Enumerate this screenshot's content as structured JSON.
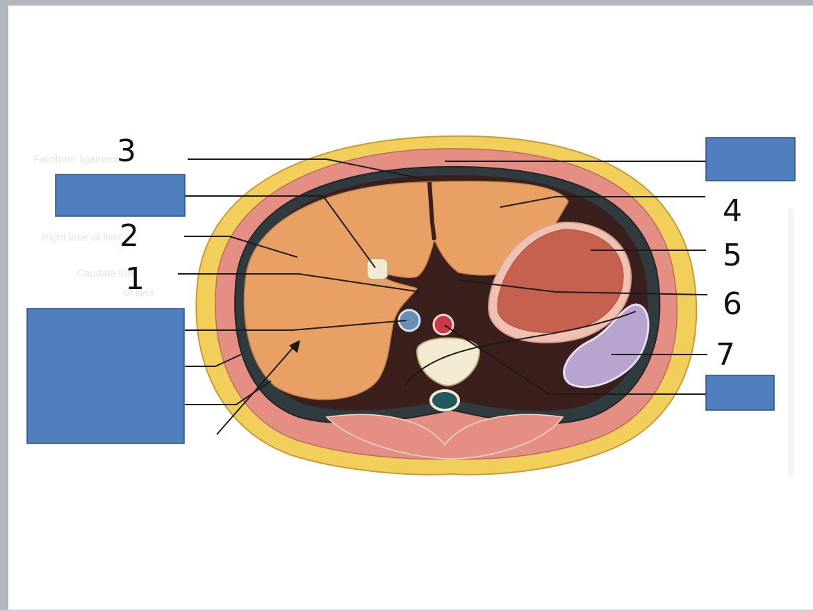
{
  "labels": {
    "n1": "1",
    "n2": "2",
    "n3": "3",
    "n4": "4",
    "n5": "5",
    "n6": "6",
    "n7": "7"
  },
  "faint_text": {
    "left_1": "Falciform ligament",
    "left_2": "Right lobe of liver",
    "left_3": "Caudate lobe",
    "left_4": "of liver"
  },
  "colors": {
    "cover_box": "#4f7fbe",
    "fat": "#f2cf5a",
    "muscle": "#e58f84",
    "liver": "#e8a064",
    "stomach": "#c7614f",
    "spleen": "#b9a3cf"
  }
}
